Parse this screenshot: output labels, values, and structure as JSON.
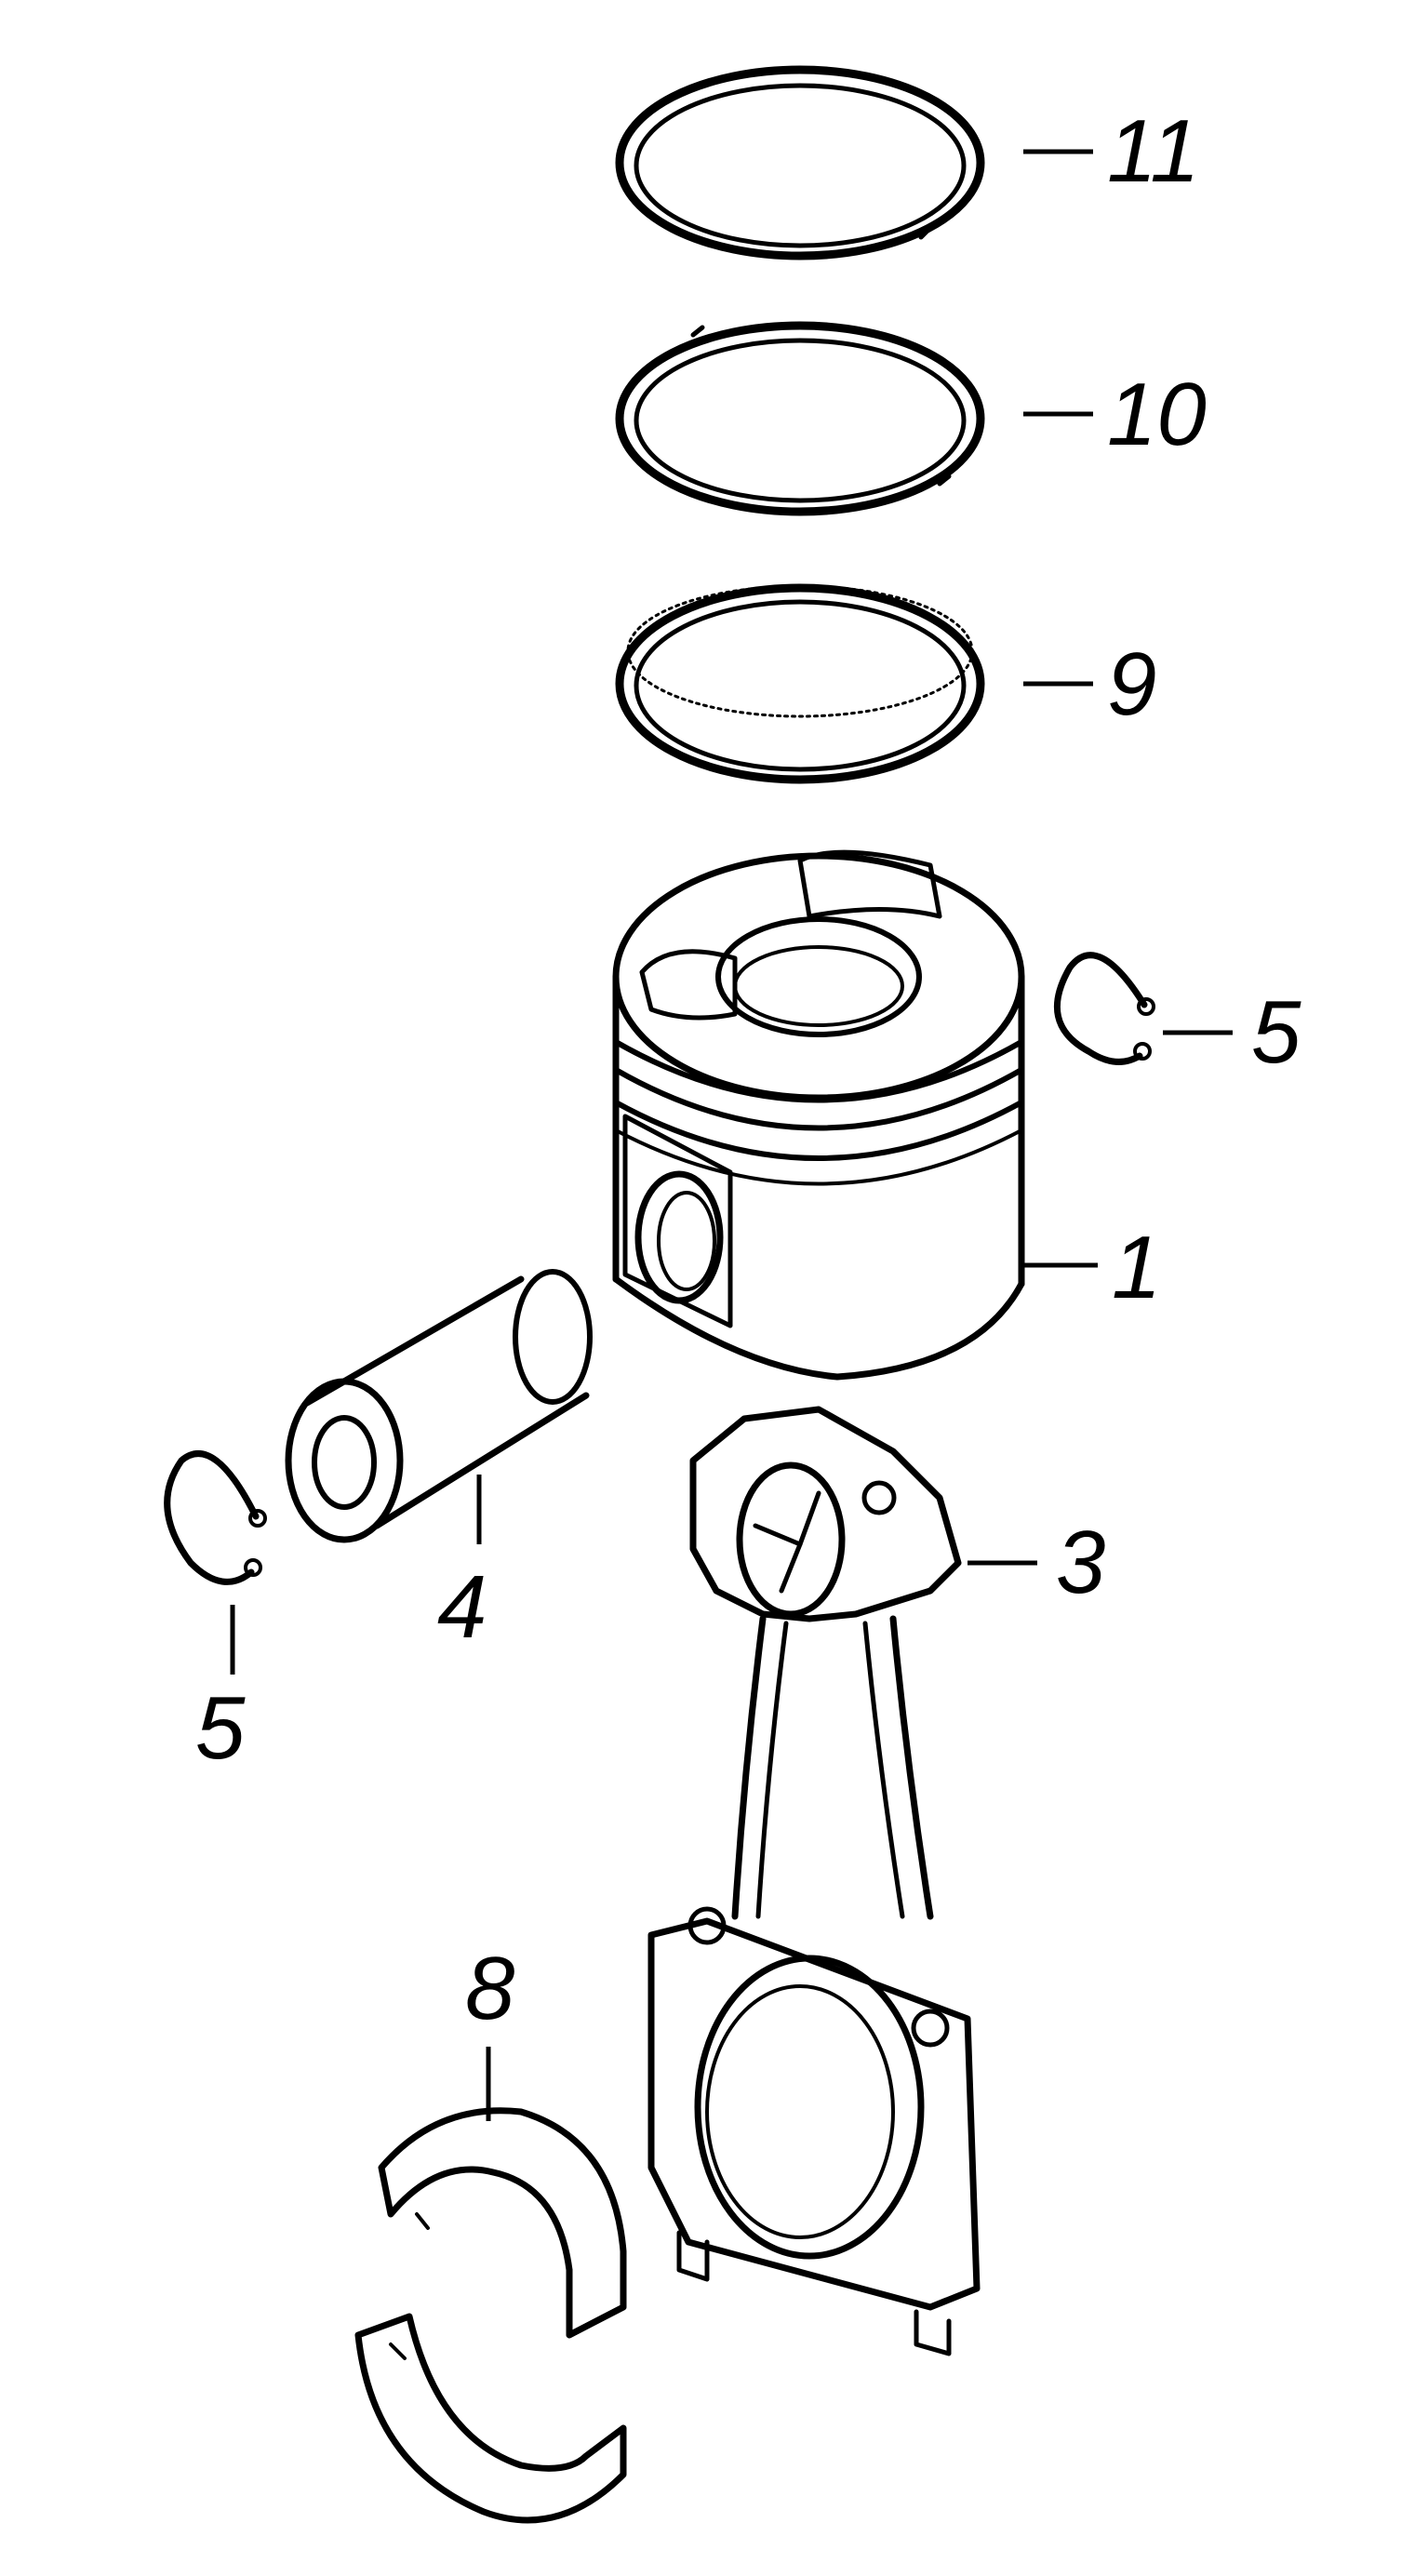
{
  "diagram": {
    "colors": {
      "ink": "#000000",
      "background": "#ffffff"
    },
    "callouts": [
      {
        "id": "11",
        "label": "11"
      },
      {
        "id": "10",
        "label": "10"
      },
      {
        "id": "9",
        "label": "9"
      },
      {
        "id": "5a",
        "label": "5"
      },
      {
        "id": "1",
        "label": "1"
      },
      {
        "id": "4",
        "label": "4"
      },
      {
        "id": "3",
        "label": "3"
      },
      {
        "id": "5b",
        "label": "5"
      },
      {
        "id": "8",
        "label": "8"
      }
    ]
  }
}
